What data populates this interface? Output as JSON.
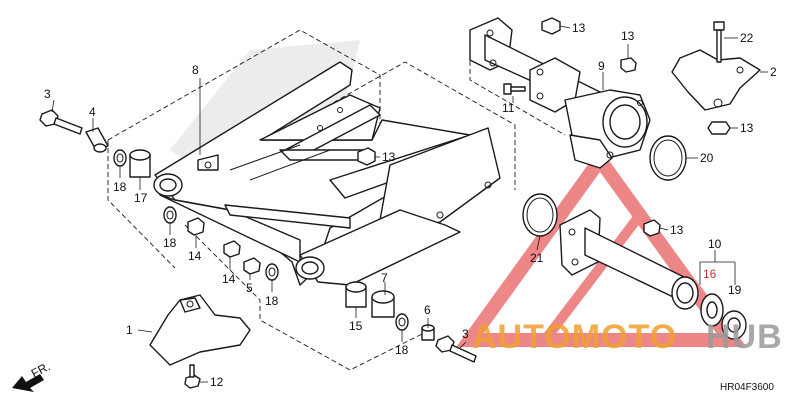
{
  "diagram": {
    "code": "HR04F3600",
    "direction_label": "FR.",
    "colors": {
      "line": "#1a1a1a",
      "watermark_red": "#e04040",
      "watermark_orange": "#f0a030",
      "watermark_gray": "#9a9a9a"
    },
    "callouts": {
      "c1": "1",
      "c2": "2",
      "c3a": "3",
      "c3b": "3",
      "c4": "4",
      "c5": "5",
      "c6": "6",
      "c7": "7",
      "c8": "8",
      "c9": "9",
      "c10": "10",
      "c11": "11",
      "c12": "12",
      "c13a": "13",
      "c13b": "13",
      "c13c": "13",
      "c13d": "13",
      "c13e": "13",
      "c14a": "14",
      "c14b": "14",
      "c15": "15",
      "c16": "16",
      "c17": "17",
      "c18a": "18",
      "c18b": "18",
      "c18c": "18",
      "c18d": "18",
      "c19": "19",
      "c20": "20",
      "c21": "21",
      "c22": "22"
    }
  },
  "watermark": {
    "part1": "AUTOMOTO",
    "part2": "HUB"
  }
}
